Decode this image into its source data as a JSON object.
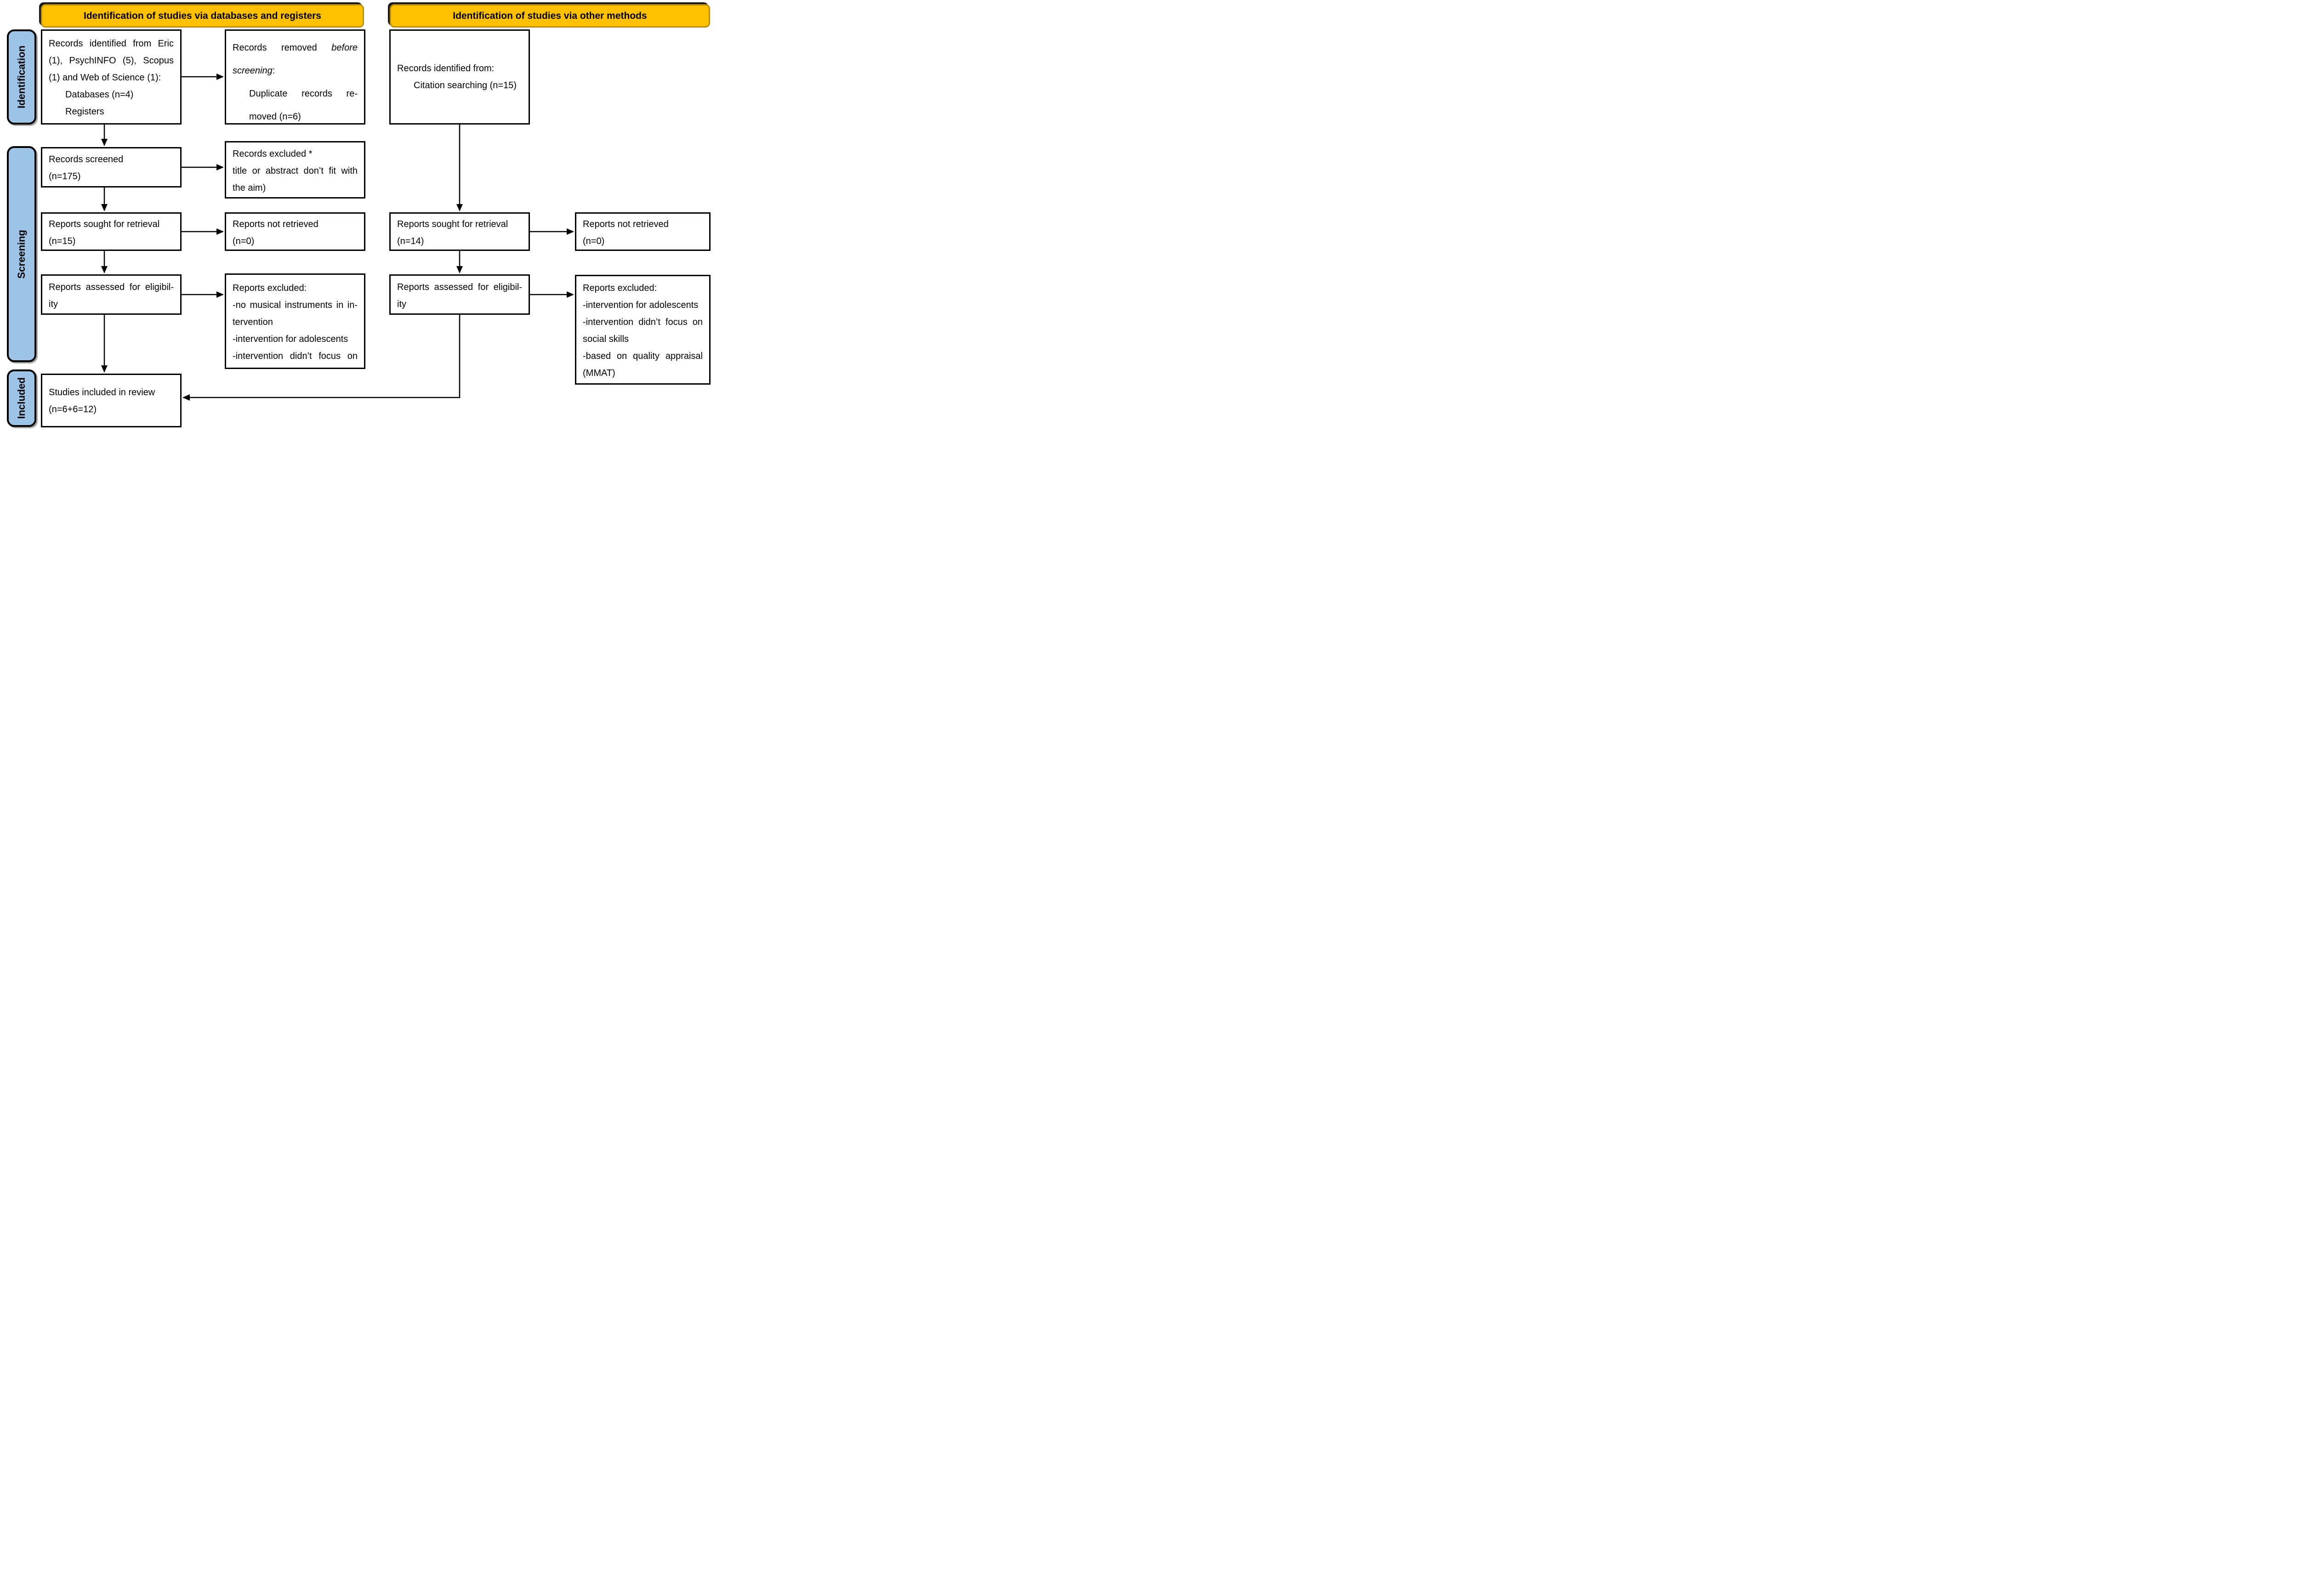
{
  "banners": {
    "left": "Identification of studies via databases and registers",
    "right": "Identification of studies via other methods"
  },
  "sidebar": {
    "identification": "Identification",
    "screening": "Screening",
    "included": "Included"
  },
  "boxes": {
    "records_identified": {
      "lines": [
        "Records identified from Eric",
        "(1), PsychINFO (5), Scopus",
        "(1) and Web of Science (1):",
        "Databases (n=4)",
        "Registers"
      ]
    },
    "records_removed": {
      "prefix": "Records removed ",
      "italic1": "before",
      "italic2": "screening",
      "colon": ":",
      "lines": [
        "Duplicate records re-",
        "moved (n=6)"
      ]
    },
    "citation": {
      "lines": [
        "Records identified from:",
        "Citation searching (n=15)"
      ]
    },
    "records_screened": {
      "lines": [
        "Records screened",
        "(n=175)"
      ]
    },
    "records_excluded": {
      "lines": [
        "Records excluded *",
        "title or abstract don’t fit with",
        "the aim)"
      ]
    },
    "reports_sought_left": {
      "lines": [
        "Reports sought for retrieval",
        "(n=15)"
      ]
    },
    "reports_not_retrieved_left": {
      "lines": [
        "Reports not retrieved",
        "(n=0)"
      ]
    },
    "reports_assessed_left": {
      "lines": [
        "Reports assessed for eligibil-",
        "ity"
      ]
    },
    "reports_excluded_left": {
      "lines": [
        "Reports excluded:",
        "-no musical instruments in in-",
        "tervention",
        "-intervention for adolescents",
        "-intervention didn’t focus on"
      ]
    },
    "reports_sought_right": {
      "lines": [
        "Reports sought for retrieval",
        "(n=14)"
      ]
    },
    "reports_not_retrieved_right": {
      "lines": [
        "Reports not retrieved",
        "(n=0)"
      ]
    },
    "reports_assessed_right": {
      "lines": [
        "Reports assessed for eligibil-",
        "ity"
      ]
    },
    "reports_excluded_right": {
      "lines": [
        "Reports excluded:",
        "-intervention for adolescents",
        "-intervention didn’t focus on",
        "social skills",
        "-based on quality appraisal",
        "(MMAT)"
      ]
    },
    "studies_included": {
      "lines": [
        "Studies included in review",
        "(n=6+6=12)"
      ]
    }
  },
  "colors": {
    "banner_fill": "#FFC000",
    "banner_border": "#BF8F00",
    "sidebar_fill": "#9DC3E6",
    "box_border": "#000000",
    "text": "#000000"
  }
}
